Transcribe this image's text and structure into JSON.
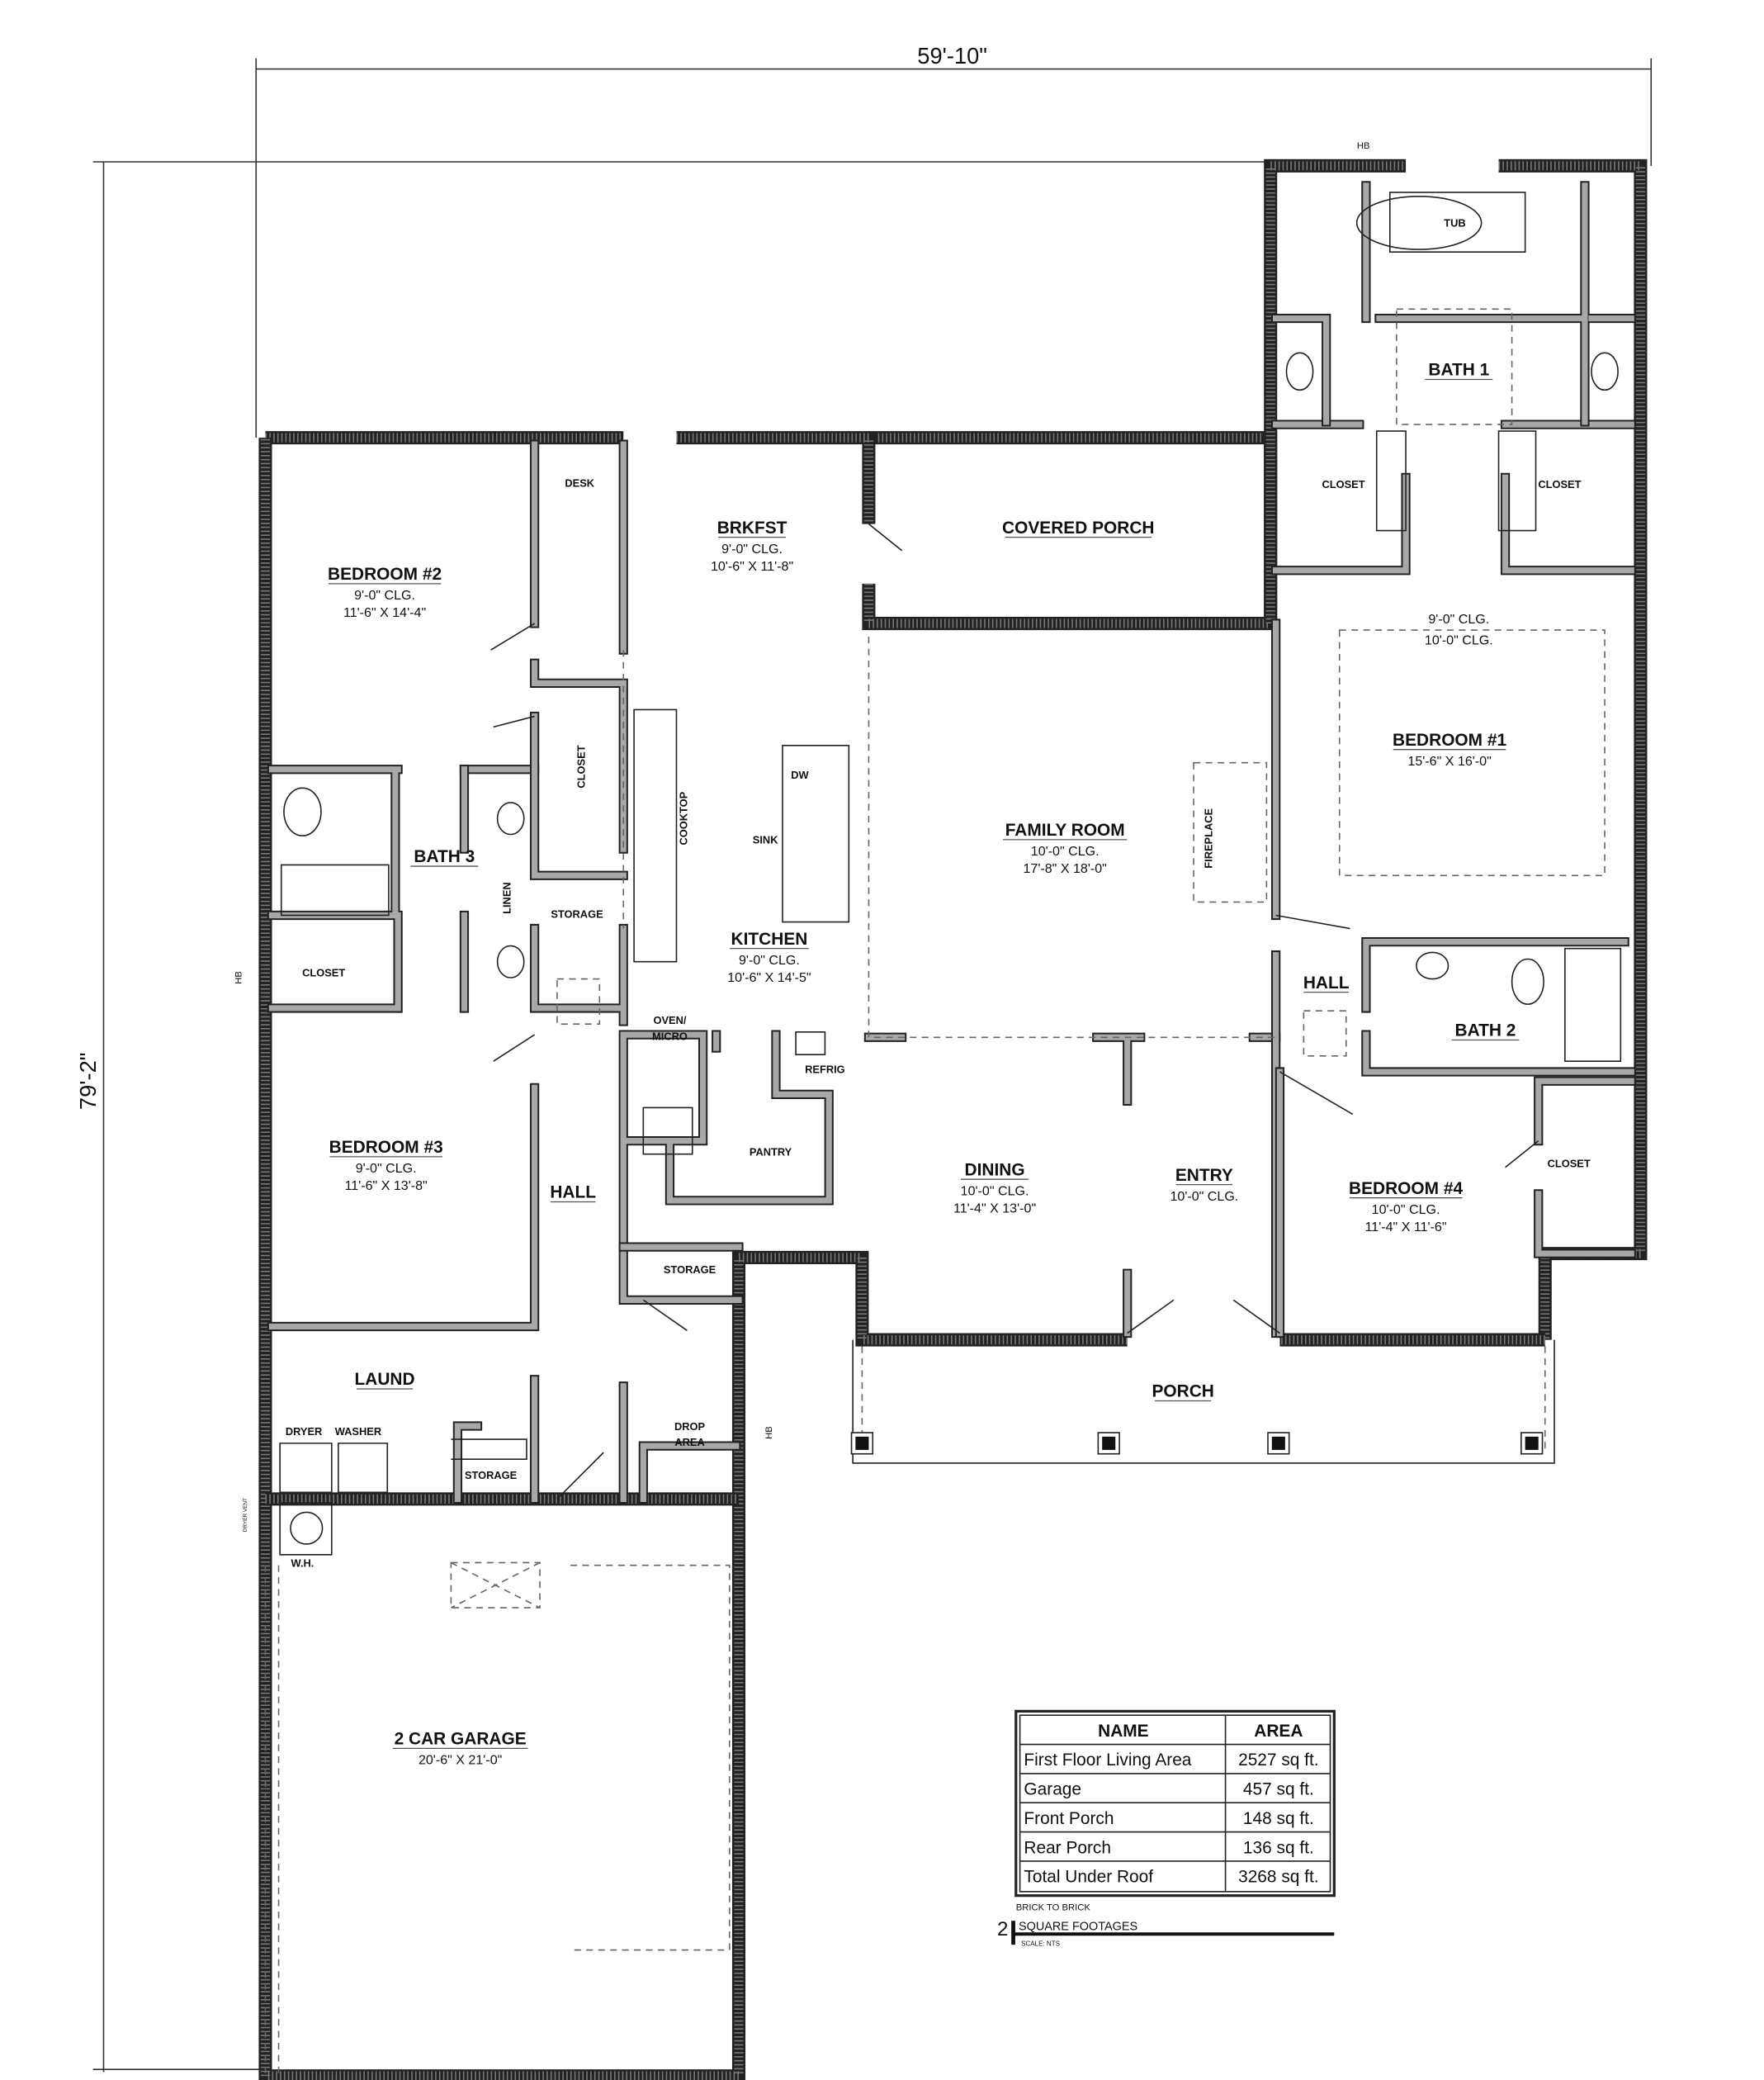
{
  "dimensions": {
    "width": "59'-10\"",
    "depth": "79'-2\""
  },
  "markers": {
    "hose_bib": "HB",
    "dryer_vent": "DRYER VENT"
  },
  "rooms": [
    {
      "name": "BEDROOM #2",
      "lines": [
        "9'-0\" CLG.",
        "11'-6\" X 14'-4\""
      ]
    },
    {
      "name": "BRKFST",
      "lines": [
        "9'-0\" CLG.",
        "10'-6\" X 11'-8\""
      ]
    },
    {
      "name": "COVERED PORCH",
      "lines": []
    },
    {
      "name": "BATH 1",
      "lines": []
    },
    {
      "name": "BEDROOM #1",
      "lines": [
        "15'-6\" X 16'-0\""
      ]
    },
    {
      "name": "FAMILY ROOM",
      "lines": [
        "10'-0\" CLG.",
        "17'-8\" X 18'-0\""
      ]
    },
    {
      "name": "BATH 3",
      "lines": []
    },
    {
      "name": "KITCHEN",
      "lines": [
        "9'-0\" CLG.",
        "10'-6\" X 14'-5\""
      ]
    },
    {
      "name": "HALL",
      "lines": []
    },
    {
      "name": "BATH 2",
      "lines": []
    },
    {
      "name": "BEDROOM #3",
      "lines": [
        "9'-0\" CLG.",
        "11'-6\" X 13'-8\""
      ]
    },
    {
      "name": "DINING",
      "lines": [
        "10'-0\" CLG.",
        "11'-4\" X 13'-0\""
      ]
    },
    {
      "name": "ENTRY",
      "lines": [
        "10'-0\" CLG."
      ]
    },
    {
      "name": "BEDROOM #4",
      "lines": [
        "10'-0\" CLG.",
        "11'-4\" X 11'-6\""
      ]
    },
    {
      "name": "HALL",
      "lines": []
    },
    {
      "name": "LAUND",
      "lines": []
    },
    {
      "name": "PORCH",
      "lines": []
    },
    {
      "name": "2 CAR GARAGE",
      "lines": [
        "20'-6\" X 21'-0\""
      ]
    }
  ],
  "bedroom1_ceiling": [
    "9'-0\" CLG.",
    "10'-0\" CLG."
  ],
  "fixtures": [
    "DESK",
    "TUB",
    "CLOSET",
    "CLOSET",
    "CLOSET",
    "COOKTOP",
    "DW",
    "SINK",
    "LINEN",
    "STORAGE",
    "CLOSET",
    "OVEN/",
    "MICRO",
    "REFRIG",
    "PANTRY",
    "CLOSET",
    "STORAGE",
    "DRYER",
    "WASHER",
    "DROP",
    "AREA",
    "STORAGE",
    "W.H.",
    "FIREPLACE"
  ],
  "area_table": {
    "headers": [
      "NAME",
      "AREA"
    ],
    "rows": [
      [
        "First Floor Living Area",
        "2527 sq ft."
      ],
      [
        "Garage",
        "457 sq ft."
      ],
      [
        "Front Porch",
        "148 sq ft."
      ],
      [
        "Rear Porch",
        "136 sq ft."
      ],
      [
        "Total Under Roof",
        "3268 sq ft."
      ]
    ],
    "note": "BRICK TO BRICK",
    "sheet_number": "2",
    "title": "SQUARE FOOTAGES",
    "scale": "SCALE: NTS"
  }
}
